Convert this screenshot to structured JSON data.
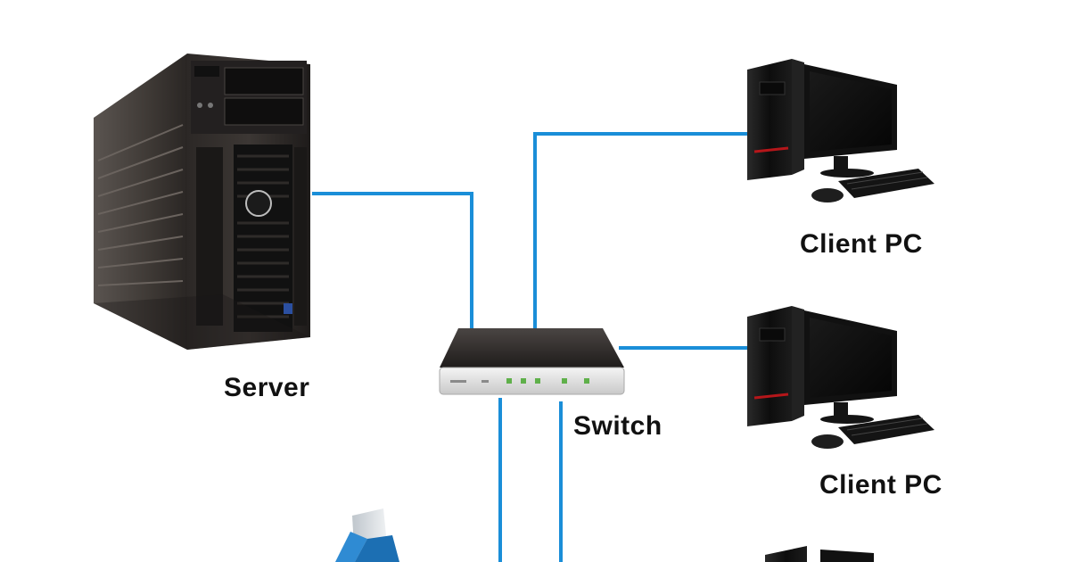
{
  "labels": {
    "server": "Server",
    "switch": "Switch",
    "client_1": "Client PC",
    "client_2": "Client PC"
  },
  "colors": {
    "cable": "#1a8ed8",
    "background": "#ffffff"
  },
  "icons": [
    "server-tower-icon",
    "network-switch-icon",
    "desktop-pc-icon",
    "printer-icon"
  ]
}
